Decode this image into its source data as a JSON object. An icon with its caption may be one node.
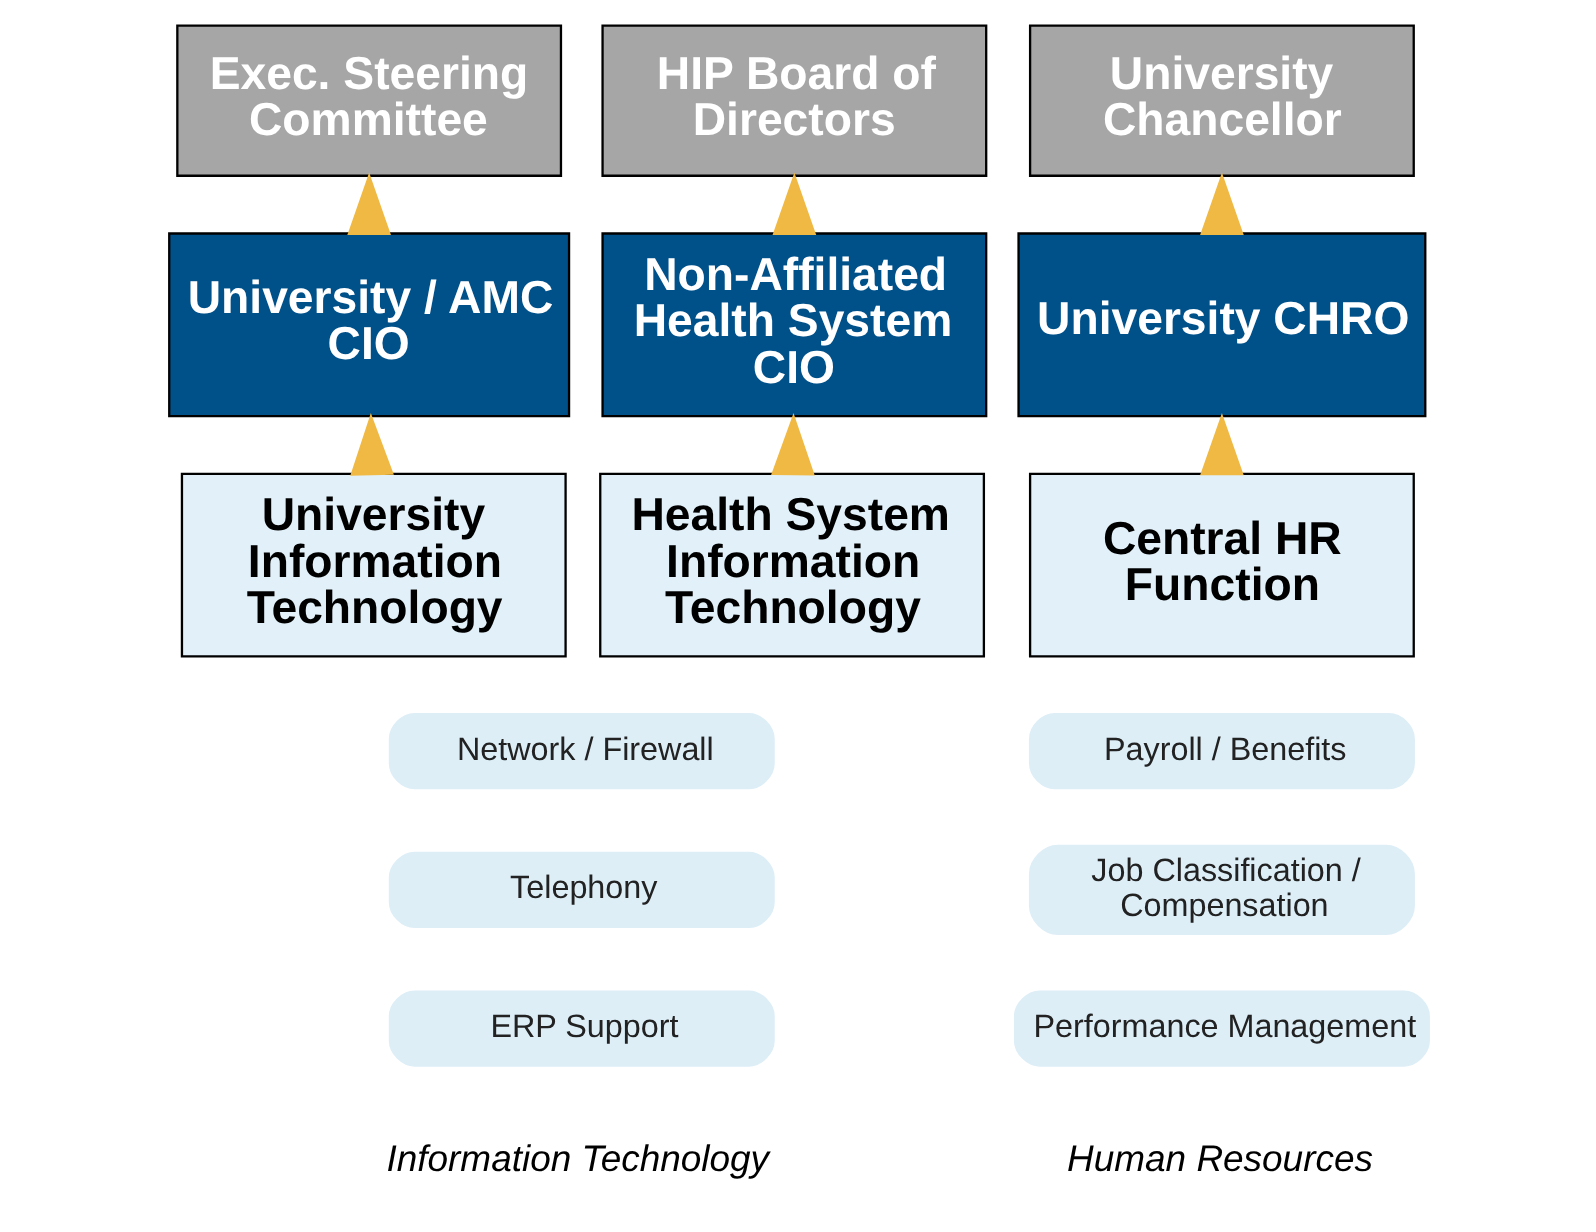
{
  "diagram": {
    "nodes": [
      {
        "text": [
          "Exec. Steering Committee"
        ]
      },
      {
        "text": [
          "HIP Board of Directors"
        ]
      },
      {
        "text": [
          "University Chancellor"
        ]
      },
      {
        "text": [
          "University / AMC CIO"
        ]
      },
      {
        "text": [
          "Non-Affiliated Health System CIO"
        ]
      },
      {
        "text": [
          "University CHRO"
        ]
      },
      {
        "text": [
          "University Information Technology"
        ]
      },
      {
        "text": [
          "Health System Information Technology"
        ]
      },
      {
        "text": [
          "Central HR Function"
        ]
      },
      {
        "text": [
          "Network / Firewall"
        ]
      },
      {
        "text": [
          "Telephony"
        ]
      },
      {
        "text": [
          "ERP Support"
        ]
      },
      {
        "text": [
          "Payroll / Benefits"
        ]
      },
      {
        "text": [
          "Job Classification / Compensation"
        ]
      },
      {
        "text": [
          "Performance Management"
        ]
      }
    ],
    "edges": [
      {
        "from": 3,
        "to": 0,
        "arrow": "to"
      },
      {
        "from": 4,
        "to": 1,
        "arrow": "to"
      },
      {
        "from": 5,
        "to": 2,
        "arrow": "to"
      },
      {
        "from": 6,
        "to": 3,
        "arrow": "to"
      },
      {
        "from": 7,
        "to": 4,
        "arrow": "to"
      },
      {
        "from": 8,
        "to": 5,
        "arrow": "to"
      }
    ],
    "labels": [
      "Information Technology",
      "Human Resources"
    ]
  }
}
